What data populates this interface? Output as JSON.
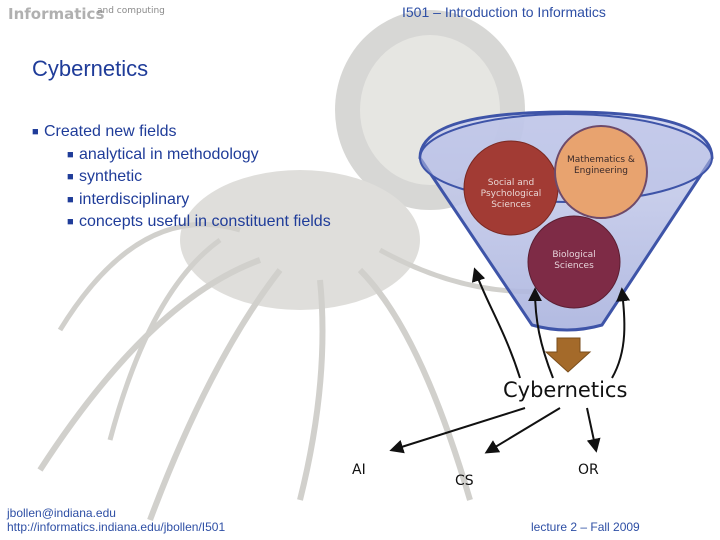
{
  "header": {
    "brand": "Informatics",
    "brand_sub": "and computing",
    "course": "I501 – Introduction to Informatics"
  },
  "title": "Cybernetics",
  "bullets": {
    "main": "Created new fields",
    "sub": [
      "analytical in methodology",
      "synthetic",
      "interdisciplinary",
      "concepts useful in constituent fields"
    ]
  },
  "diagram": {
    "fields": {
      "social": "Social and Psychological Sciences",
      "math": "Mathematics & Engineering",
      "bio": "Biological Sciences"
    },
    "center": "Cybernetics",
    "outputs": {
      "ai": "AI",
      "cs": "CS",
      "or": "OR"
    },
    "colors": {
      "funnel": "#3e54a8",
      "social": "#a23b34",
      "math": "#e8a36f",
      "bio": "#7e2b46",
      "arrow_brown": "#a46a2a"
    }
  },
  "footer": {
    "email": "jbollen@indiana.edu",
    "url": "http://informatics.indiana.edu/jbollen/I501",
    "lecture": "lecture 2 – Fall 2009"
  }
}
